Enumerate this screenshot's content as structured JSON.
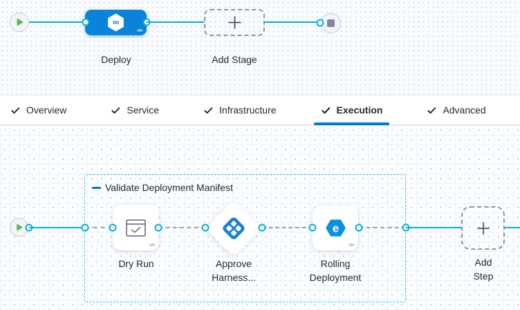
{
  "colors": {
    "accent_blue": "#0278d5",
    "connector_blue": "#00ade4",
    "stage_fill": "#0c83da",
    "group_border": "#3ec1e8",
    "play_green": "#5cb85c",
    "dashed_connector_gray": "#9a9cb5",
    "dashed_node_border": "#8e90a8",
    "text_dark": "#22272f"
  },
  "stage_pipeline": {
    "start_node_icon": "play-icon",
    "end_node_icon": "stop-icon",
    "deploy_stage": {
      "label": "Deploy",
      "icon": "hexagon-infinity-icon",
      "infinity_glyph": "∞",
      "code_glyph": "</>"
    },
    "add_stage": {
      "label": "Add Stage",
      "icon": "plus-icon"
    }
  },
  "tabs": {
    "items": [
      {
        "label": "Overview",
        "checked": true,
        "active": false
      },
      {
        "label": "Service",
        "checked": true,
        "active": false
      },
      {
        "label": "Infrastructure",
        "checked": true,
        "active": false
      },
      {
        "label": "Execution",
        "checked": true,
        "active": true
      },
      {
        "label": "Advanced",
        "checked": true,
        "active": false
      }
    ]
  },
  "execution": {
    "step_group": {
      "title": "Validate Deployment Manifest"
    },
    "steps": [
      {
        "label": "Dry Run",
        "icon": "window-check-icon",
        "code_glyph": "</>"
      },
      {
        "label": "Approve Harness...",
        "icon": "approval-diamond-icon"
      },
      {
        "label": "Rolling Deployment",
        "icon": "rolling-deploy-icon",
        "rolling_glyph": "e",
        "code_glyph": "</>"
      }
    ],
    "add_step": {
      "label": "Add Step",
      "icon": "plus-icon"
    }
  }
}
